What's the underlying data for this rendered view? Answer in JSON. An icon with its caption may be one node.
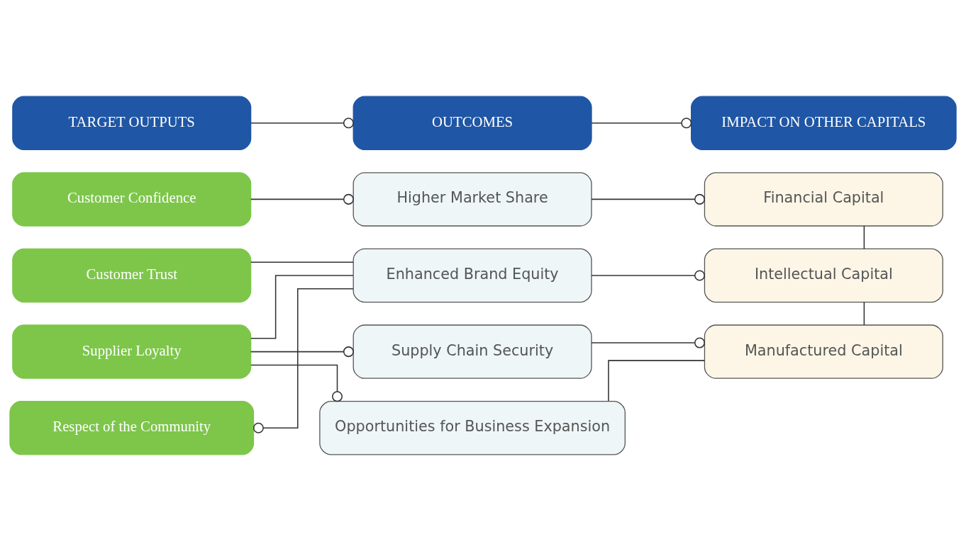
{
  "diagram": {
    "nodes": [
      {
        "text": [
          "TARGET OUTPUTS"
        ]
      },
      {
        "text": [
          "OUTCOMES"
        ]
      },
      {
        "text": [
          "IMPACT ON OTHER CAPITALS"
        ]
      },
      {
        "text": [
          "Customer Confidence"
        ]
      },
      {
        "text": [
          "Higher Market Share"
        ]
      },
      {
        "text": [
          "Financial Capital"
        ]
      },
      {
        "text": [
          "Customer Trust"
        ]
      },
      {
        "text": [
          "Enhanced Brand Equity"
        ]
      },
      {
        "text": [
          "Intellectual Capital"
        ]
      },
      {
        "text": [
          "Supplier Loyalty"
        ]
      },
      {
        "text": [
          "Supply Chain Security"
        ]
      },
      {
        "text": [
          "Manufactured Capital"
        ]
      },
      {
        "text": [
          "Opportunities for Business Expansion"
        ]
      },
      {
        "text": [
          "Respect of the Community"
        ]
      }
    ],
    "edges": [
      {
        "from": 0,
        "to": 1,
        "arrow": "other"
      },
      {
        "from": 1,
        "to": 2,
        "arrow": "other"
      },
      {
        "from": 3,
        "to": 4,
        "arrow": "other"
      },
      {
        "from": 4,
        "to": 5,
        "arrow": "other"
      },
      {
        "from": 6,
        "to": 7,
        "arrow": "none"
      },
      {
        "from": 7,
        "to": 13,
        "arrow": "other"
      },
      {
        "from": 9,
        "to": 7,
        "arrow": "none"
      },
      {
        "from": 7,
        "to": 8,
        "arrow": "other"
      },
      {
        "from": 5,
        "to": 8,
        "arrow": "none"
      },
      {
        "from": 8,
        "to": 11,
        "arrow": "none"
      },
      {
        "from": 9,
        "to": 10,
        "arrow": "other"
      },
      {
        "from": 9,
        "to": 12,
        "arrow": "other"
      },
      {
        "from": 10,
        "to": 11,
        "arrow": "other"
      },
      {
        "from": 12,
        "to": 11,
        "arrow": "none"
      }
    ]
  }
}
